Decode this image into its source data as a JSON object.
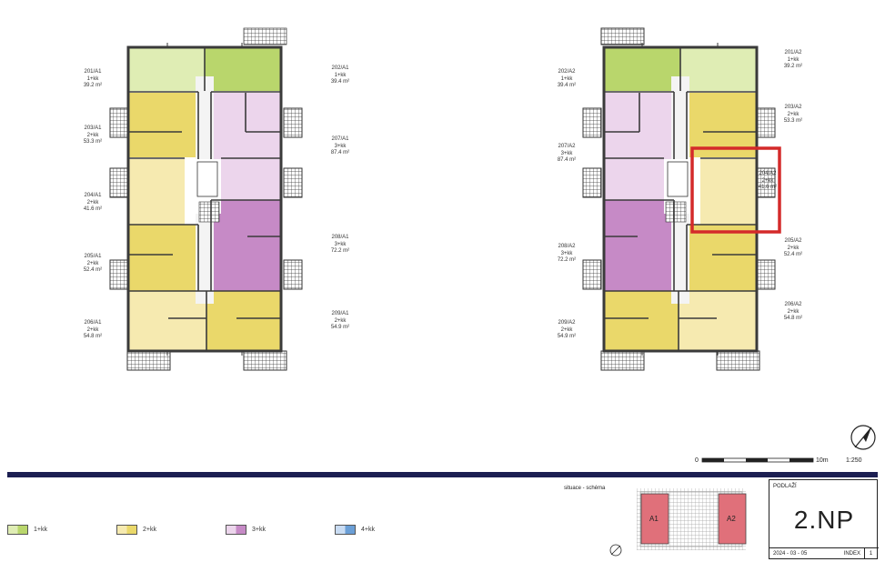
{
  "units_a1_left": [
    {
      "id": "201/A1",
      "type": "1+kk",
      "area": "39.2 m²"
    },
    {
      "id": "203/A1",
      "type": "2+kk",
      "area": "53.3 m²"
    },
    {
      "id": "204/A1",
      "type": "2+kk",
      "area": "41.6 m²"
    },
    {
      "id": "205/A1",
      "type": "2+kk",
      "area": "52.4 m²"
    },
    {
      "id": "206/A1",
      "type": "2+kk",
      "area": "54.8 m²"
    }
  ],
  "units_a1_right": [
    {
      "id": "202/A1",
      "type": "1+kk",
      "area": "39.4 m²"
    },
    {
      "id": "207/A1",
      "type": "3+kk",
      "area": "87.4 m²"
    },
    {
      "id": "208/A1",
      "type": "3+kk",
      "area": "72.2 m²"
    },
    {
      "id": "209/A1",
      "type": "2+kk",
      "area": "54.9 m²"
    }
  ],
  "units_a2_left": [
    {
      "id": "202/A2",
      "type": "1+kk",
      "area": "39.4 m²"
    },
    {
      "id": "207/A2",
      "type": "3+kk",
      "area": "87.4 m²"
    },
    {
      "id": "208/A2",
      "type": "3+kk",
      "area": "72.2 m²"
    },
    {
      "id": "209/A2",
      "type": "2+kk",
      "area": "54.9 m²"
    }
  ],
  "units_a2_right": [
    {
      "id": "201/A2",
      "type": "1+kk",
      "area": "39.2 m²"
    },
    {
      "id": "203/A2",
      "type": "2+kk",
      "area": "53.3 m²"
    },
    {
      "id": "204/A2",
      "type": "2+kk",
      "area": "41.6 m²"
    },
    {
      "id": "205/A2",
      "type": "2+kk",
      "area": "52.4 m²"
    },
    {
      "id": "206/A2",
      "type": "2+kk",
      "area": "54.8 m²"
    }
  ],
  "highlight": {
    "unit": "204/A2",
    "color": "#d42a2a"
  },
  "legend": [
    {
      "label": "1+kk",
      "color_light": "#dfedb4",
      "color_dark": "#b9d66c"
    },
    {
      "label": "2+kk",
      "color_light": "#f6eab0",
      "color_dark": "#ead86a"
    },
    {
      "label": "3+kk",
      "color_light": "#ecd5ec",
      "color_dark": "#c68ac6"
    },
    {
      "label": "4+kk",
      "color_light": "#c9dcf3",
      "color_dark": "#6b9fd6"
    }
  ],
  "scale": {
    "start": "0",
    "end": "10m",
    "ratio": "1:250"
  },
  "keyplan": {
    "label": "situace - schéma",
    "building_a1": "A1",
    "building_a2": "A2",
    "block_color": "#e0707a"
  },
  "titleblock": {
    "label": "PODLAŽÍ",
    "floor": "2.NP",
    "date": "2024 - 03 - 05",
    "index_label": "INDEX",
    "revision": "1"
  },
  "colors": {
    "wall": "#3a3a3a",
    "rule": "#1c1f52"
  }
}
